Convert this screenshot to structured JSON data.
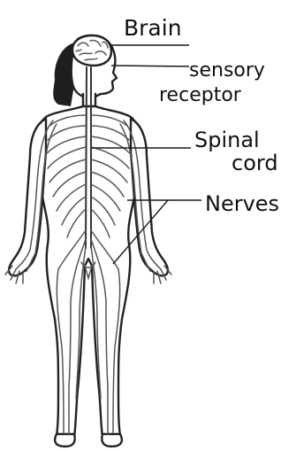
{
  "labels": {
    "brain": "Brain",
    "sensory_line1": "sensory",
    "sensory_line2": "receptor",
    "spinal_line1": "Spinal",
    "spinal_line2": "cord",
    "nerves": "Nerves"
  },
  "icons": [
    "human-body-figure",
    "brain-icon"
  ],
  "colors": {
    "ink": "#111111",
    "background": "#ffffff",
    "hair": "#1e1e1e"
  }
}
